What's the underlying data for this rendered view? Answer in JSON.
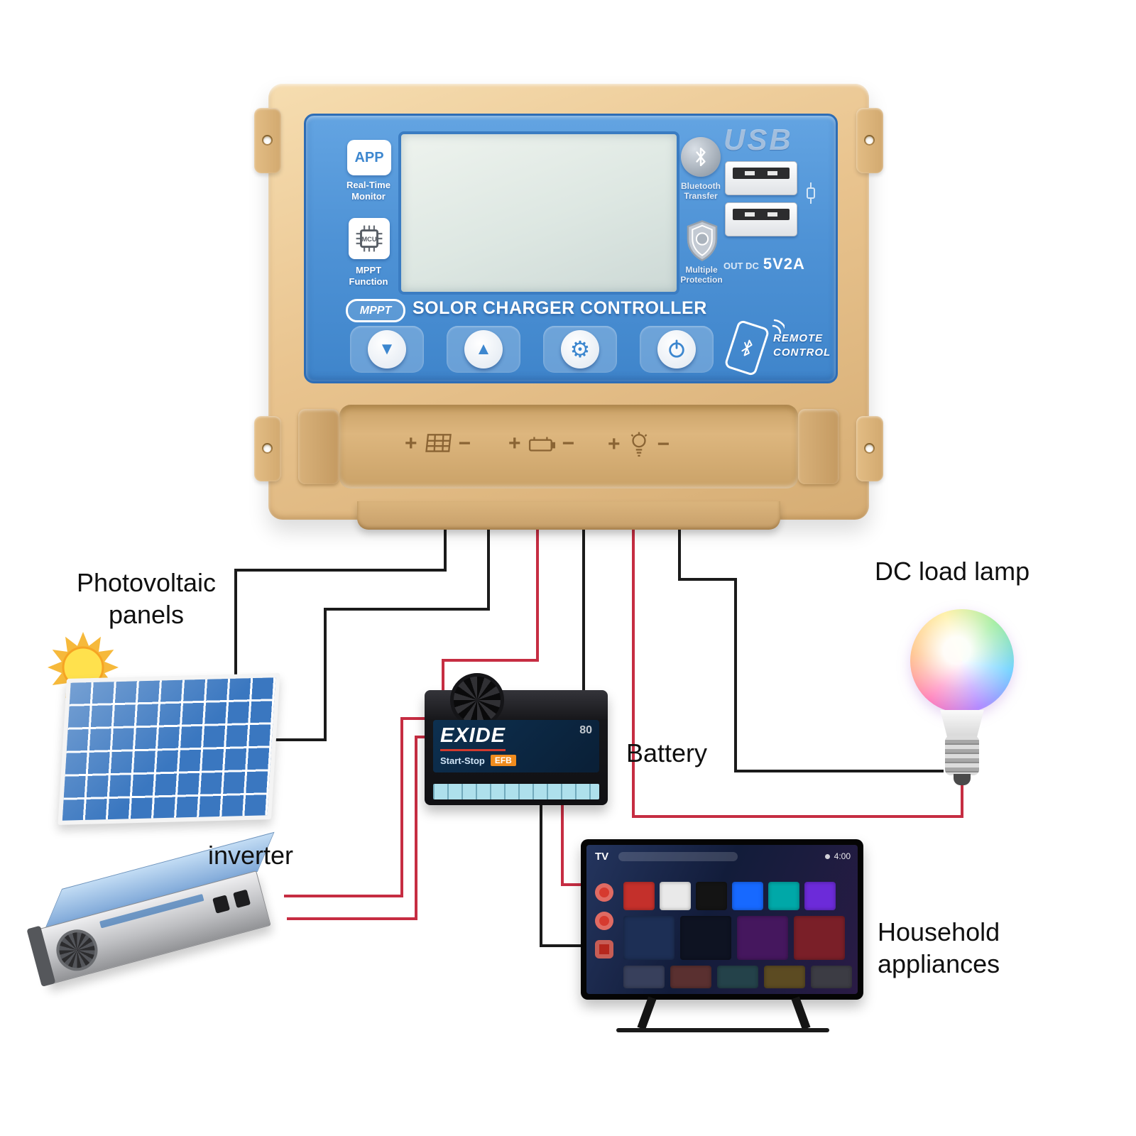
{
  "device": {
    "app_badge": "APP",
    "app_caption_1": "Real-Time",
    "app_caption_2": "Monitor",
    "mcu_text": "MCU",
    "mcu_caption_1": "MPPT",
    "mcu_caption_2": "Function",
    "bt_caption_1": "Bluetooth",
    "bt_caption_2": "Transfer",
    "shield_caption_1": "Multiple",
    "shield_caption_2": "Protection",
    "usb_label": "USB",
    "usb_out_prefix": "OUT DC",
    "usb_out_value": "5V2A",
    "mppt_badge": "MPPT",
    "panel_title": "SOLOR CHARGER CONTROLLER",
    "remote_1": "REMOTE",
    "remote_2": "CONTROL",
    "button_down": "▼",
    "button_up": "▲",
    "button_gear": "⚙",
    "terminal_plus": "+",
    "terminal_minus": "−"
  },
  "labels": {
    "pv_1": "Photovoltaic",
    "pv_2": "panels",
    "battery": "Battery",
    "dc_lamp": "DC load lamp",
    "inverter": "inverter",
    "household_1": "Household",
    "household_2": "appliances"
  },
  "battery": {
    "brand": "EXIDE",
    "sub": "Start-Stop",
    "tag": "EFB",
    "capacity": "80"
  },
  "tv": {
    "label": "TV",
    "time": "4:00",
    "tiles_row1": [
      "#c4302b",
      "#e9e9e9",
      "#141414",
      "#1769ff",
      "#00a8a8",
      "#6c2bd9"
    ],
    "tiles_row2": [
      "#1d2f55",
      "#0e1322",
      "#45175e",
      "#7a1f28"
    ],
    "tiles_row3": [
      "#38405c",
      "#5a3030",
      "#24424a",
      "#5c4b22",
      "#3c3c44"
    ]
  },
  "colors": {
    "wire_red": "#c62d42",
    "wire_black": "#1b1b1b",
    "case_gold": "#e9c48f",
    "panel_blue": "#4f93d6"
  }
}
